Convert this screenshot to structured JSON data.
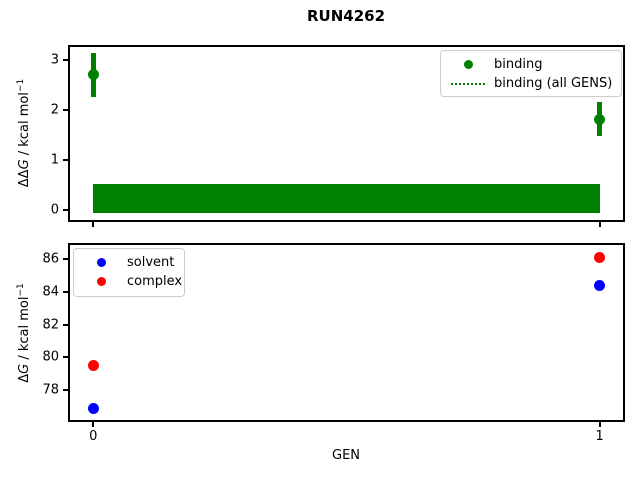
{
  "figure": {
    "title": "RUN4262",
    "background": "#ffffff"
  },
  "chart_data": [
    {
      "type": "scatter",
      "subplot": "top",
      "title": "",
      "xlabel": "",
      "ylabel": {
        "pre": "ΔΔ",
        "var": "G",
        "post": " / kcal mol",
        "sup": "−1"
      },
      "xlim": [
        -0.05,
        1.05
      ],
      "ylim": [
        -0.25,
        3.3
      ],
      "yticks": [
        0,
        1,
        2,
        3
      ],
      "xticks": [
        0,
        1
      ],
      "xticklabels_visible": false,
      "grid": false,
      "legend": {
        "position": "upper right",
        "entries": [
          {
            "label": "binding",
            "marker": "dot",
            "color": "#008000"
          },
          {
            "label": "binding (all GENS)",
            "marker": "dotted-line",
            "color": "#008000"
          }
        ]
      },
      "series": [
        {
          "name": "binding",
          "color": "#008000",
          "marker": "circle",
          "x": [
            0,
            1
          ],
          "y": [
            2.7,
            1.81
          ],
          "yerr": [
            0.44,
            0.34
          ]
        }
      ],
      "band": {
        "label": "binding (all GENS)",
        "color": "#008000",
        "x_range": [
          0,
          1
        ],
        "y_low": -0.07,
        "y_high": 0.52
      }
    },
    {
      "type": "scatter",
      "subplot": "bottom",
      "title": "",
      "xlabel": "GEN",
      "ylabel": {
        "pre": "Δ",
        "var": "G",
        "post": " / kcal mol",
        "sup": "−1"
      },
      "xlim": [
        -0.05,
        1.05
      ],
      "ylim": [
        76.05,
        87.0
      ],
      "yticks": [
        78,
        80,
        82,
        84,
        86
      ],
      "xticks": [
        0,
        1
      ],
      "xticklabels": [
        "0",
        "1"
      ],
      "xticklabels_visible": true,
      "grid": false,
      "legend": {
        "position": "upper left",
        "entries": [
          {
            "label": "solvent",
            "marker": "dot",
            "color": "#0000ff"
          },
          {
            "label": "complex",
            "marker": "dot",
            "color": "#ff0000"
          }
        ]
      },
      "series": [
        {
          "name": "solvent",
          "color": "#0000ff",
          "marker": "circle",
          "x": [
            0,
            1
          ],
          "y": [
            76.9,
            84.4
          ]
        },
        {
          "name": "complex",
          "color": "#ff0000",
          "marker": "circle",
          "x": [
            0,
            1
          ],
          "y": [
            79.5,
            86.1
          ]
        }
      ]
    }
  ]
}
